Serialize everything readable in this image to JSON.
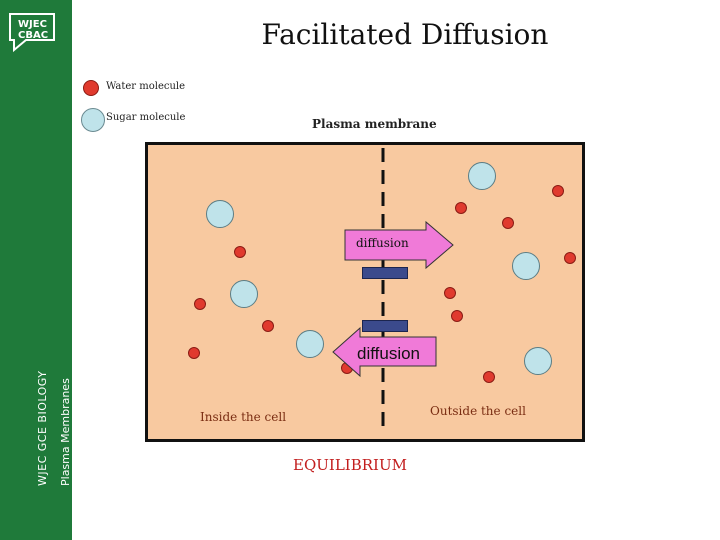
{
  "branding": {
    "logo_line1": "WJEC",
    "logo_line2": "CBAC",
    "sidebar_line1": "WJEC GCE BIOLOGY",
    "sidebar_line2": "Plasma Membranes",
    "sidebar_color": "#1f7a3a"
  },
  "title": "Facilitated Diffusion",
  "legend": {
    "water_label": "Water molecule",
    "sugar_label": "Sugar molecule",
    "water_color": "#e03a2e",
    "sugar_color": "#bfe3ea"
  },
  "diagram": {
    "membrane_label": "Plasma membrane",
    "arrow_top_label": "diffusion",
    "arrow_bottom_label": "diffusion",
    "inside_label": "Inside the cell",
    "outside_label": "Outside the cell",
    "cell_background": "#f8c9a0"
  },
  "footer": {
    "equilibrium": "EQUILIBRIUM"
  }
}
